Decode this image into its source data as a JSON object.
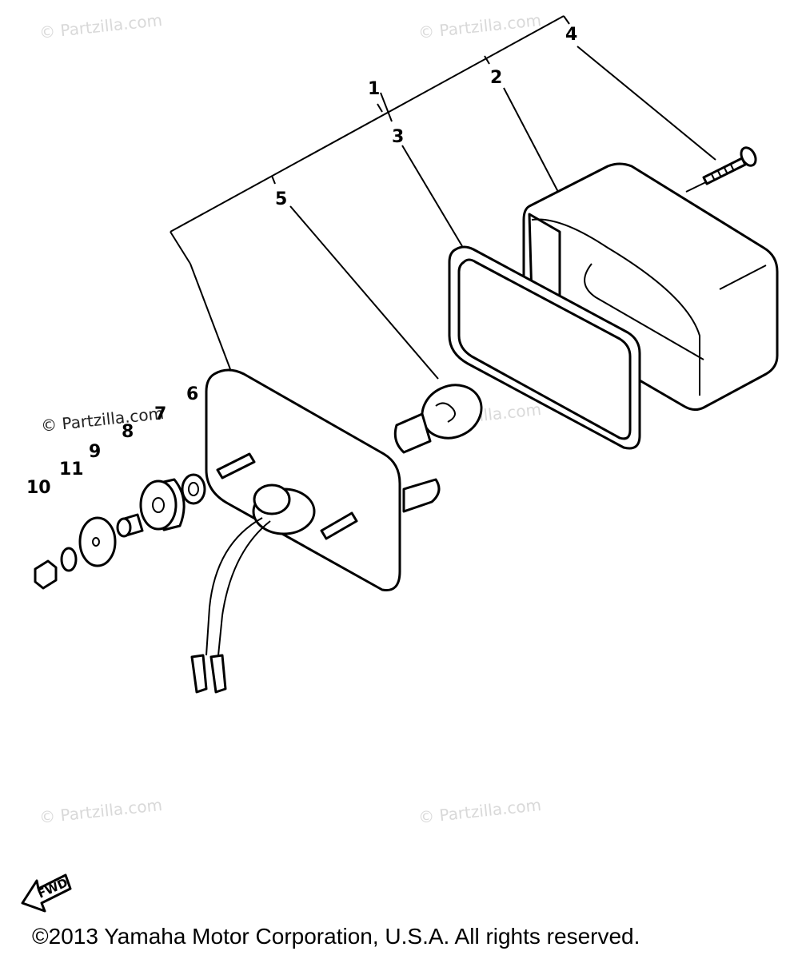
{
  "watermarks": [
    {
      "id": "wm1",
      "text": "© Partzilla.com"
    },
    {
      "id": "wm2",
      "text": "© Partzilla.com"
    },
    {
      "id": "wm3",
      "text": "© Partzilla.com"
    },
    {
      "id": "wm4",
      "text": "© Partzilla.com"
    },
    {
      "id": "wm5",
      "text": "© Partzilla.com"
    },
    {
      "id": "wm6",
      "text": "© Partzilla.com"
    }
  ],
  "callouts": [
    "1",
    "2",
    "3",
    "4",
    "5",
    "6",
    "7",
    "8",
    "9",
    "10",
    "11"
  ],
  "fwd_label": "FWD",
  "copyright": "©2013  Yamaha Motor Corporation, U.S.A. All rights reserved."
}
